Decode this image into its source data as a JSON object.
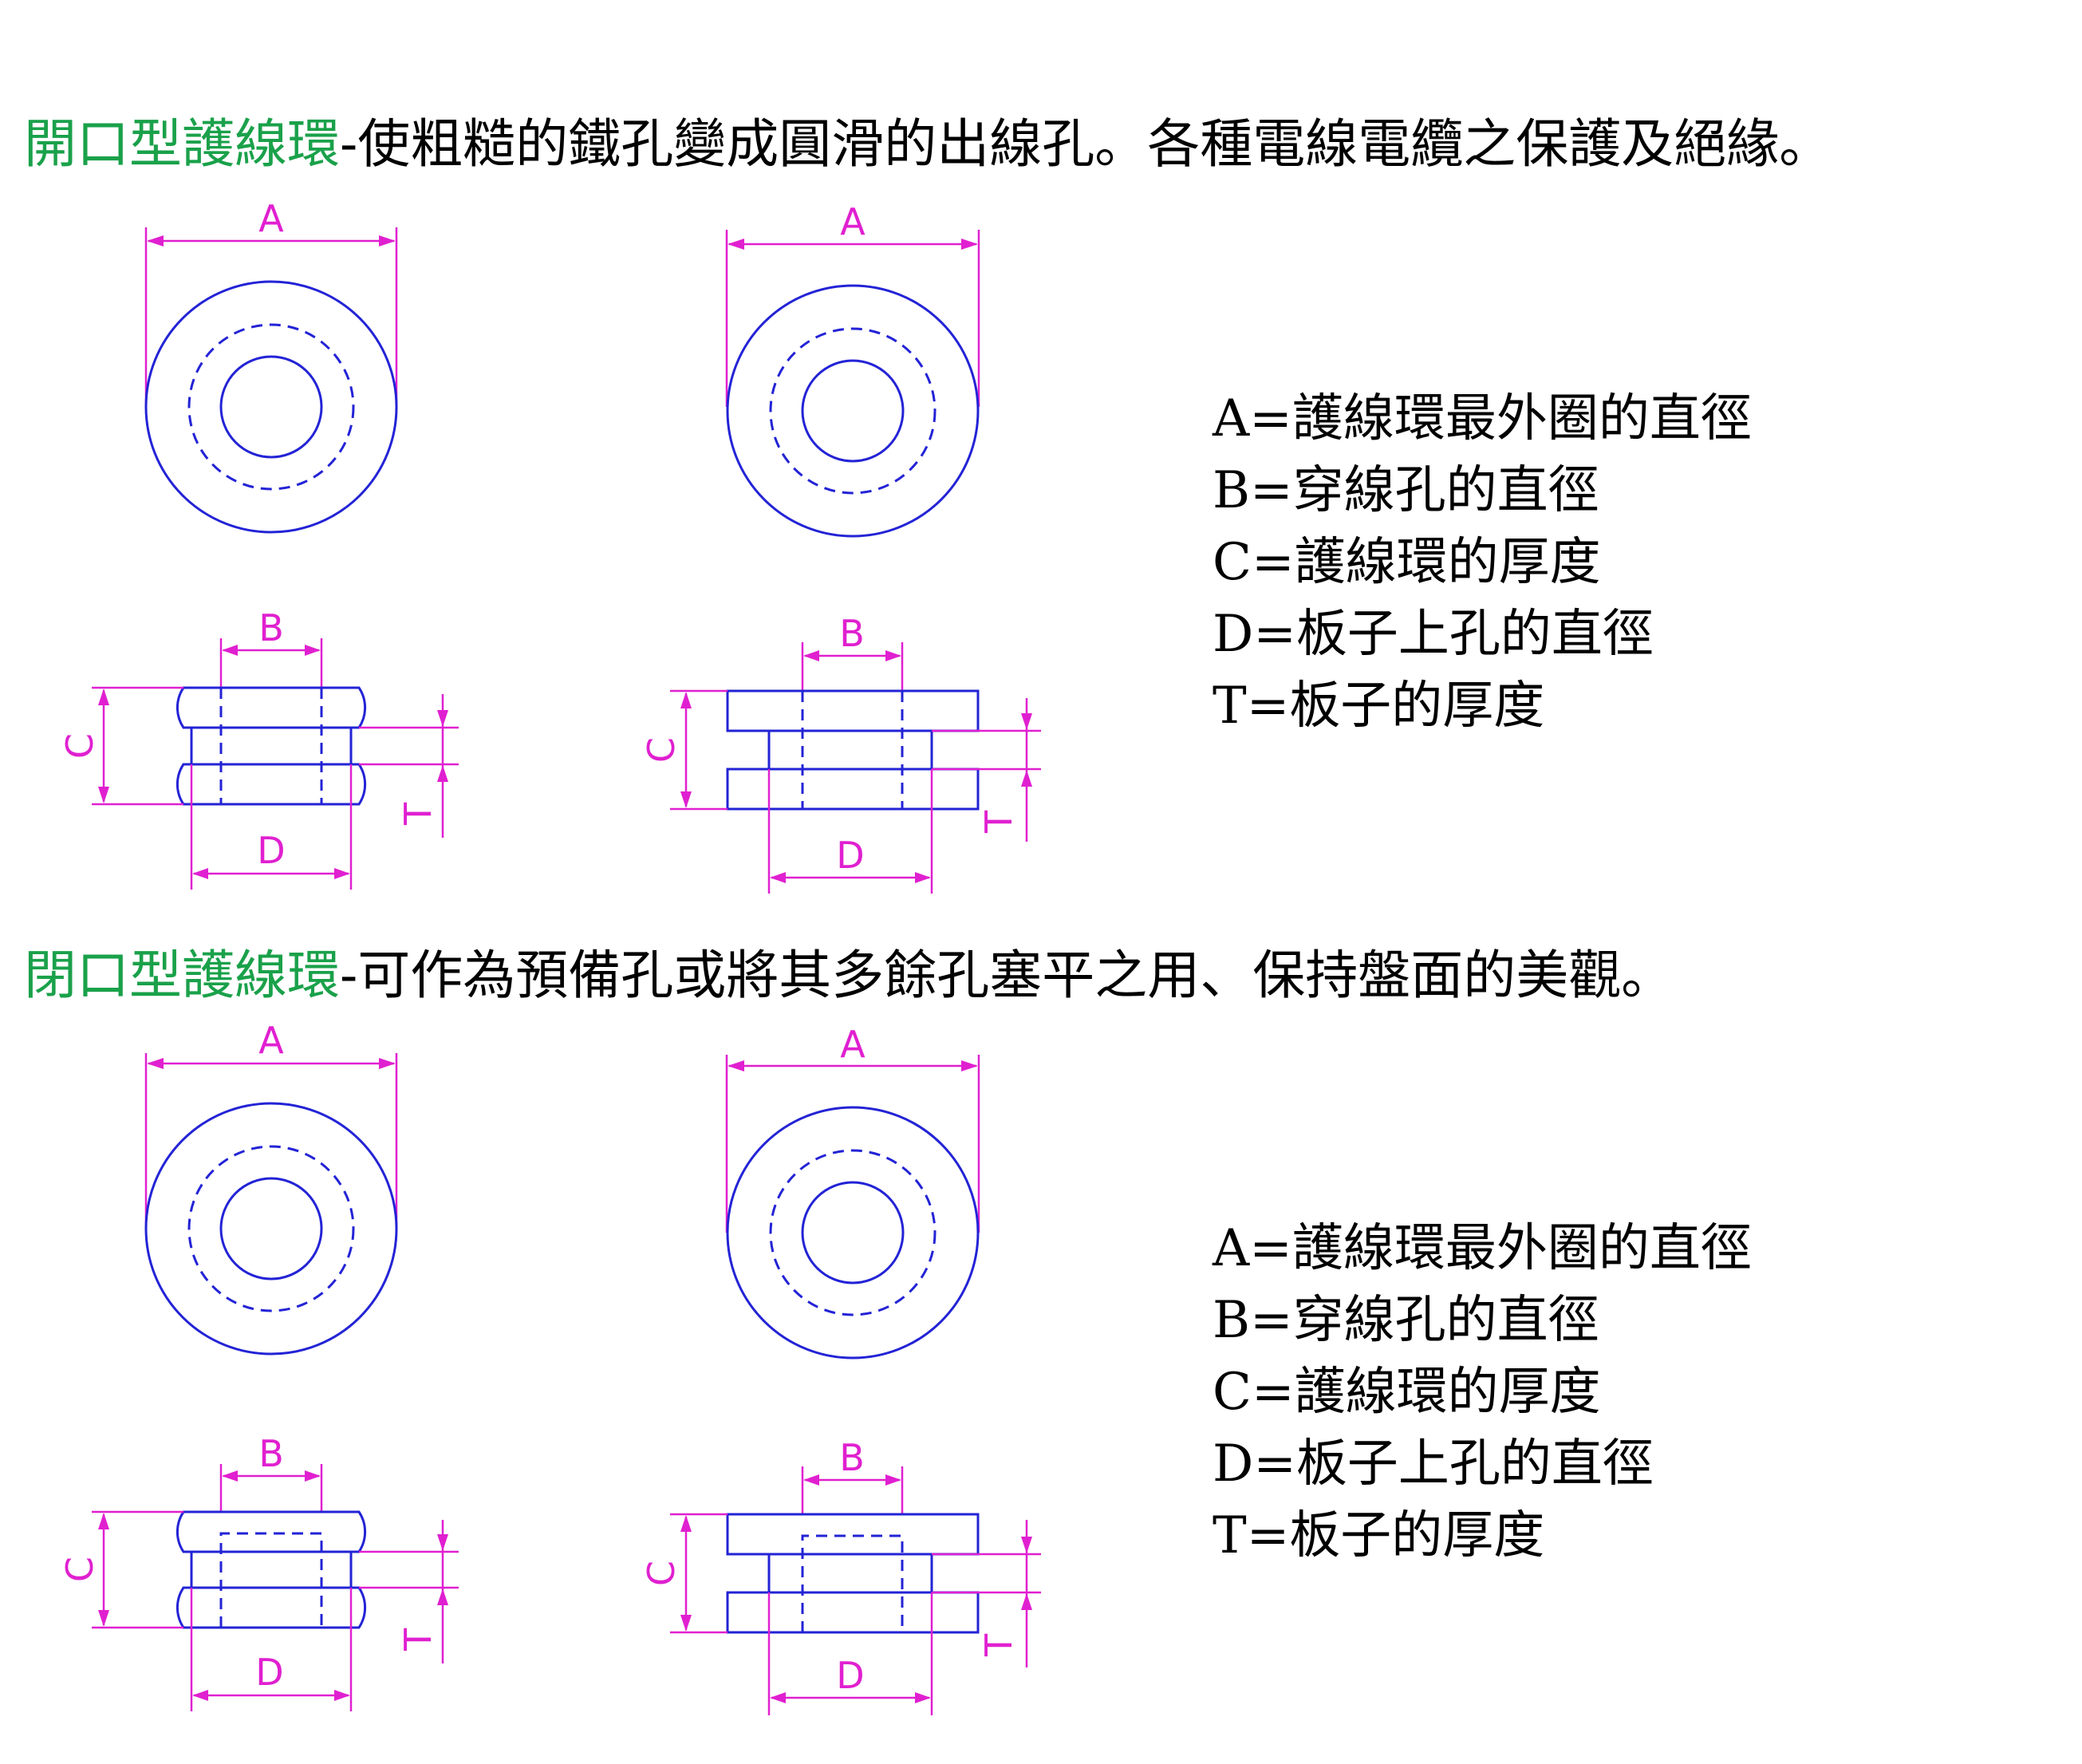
{
  "colors": {
    "heading_lead": "#1aa14a",
    "part_line": "#2323d6",
    "dimension": "#e020d0",
    "text": "#000000"
  },
  "sections": [
    {
      "heading_lead": "開口型護線環",
      "heading_rest": "-使粗糙的鐵孔變成圓滑的出線孔。各種電線電纜之保護及絕緣。",
      "legend": [
        "A=護線環最外圈的直徑",
        "B=穿線孔的直徑",
        "C=護線環的厚度",
        "D=板子上孔的直徑",
        "T=板子的厚度"
      ]
    },
    {
      "heading_lead": "閉口型護線環",
      "heading_rest": "-可作為預備孔或將其多餘孔塞平之用、保持盤面的美觀。",
      "legend": [
        "A=護線環最外圈的直徑",
        "B=穿線孔的直徑",
        "C=護線環的厚度",
        "D=板子上孔的直徑",
        "T=板子的厚度"
      ]
    }
  ],
  "dimension_labels": {
    "a": "A",
    "b": "B",
    "c": "C",
    "d": "D",
    "t": "T"
  }
}
